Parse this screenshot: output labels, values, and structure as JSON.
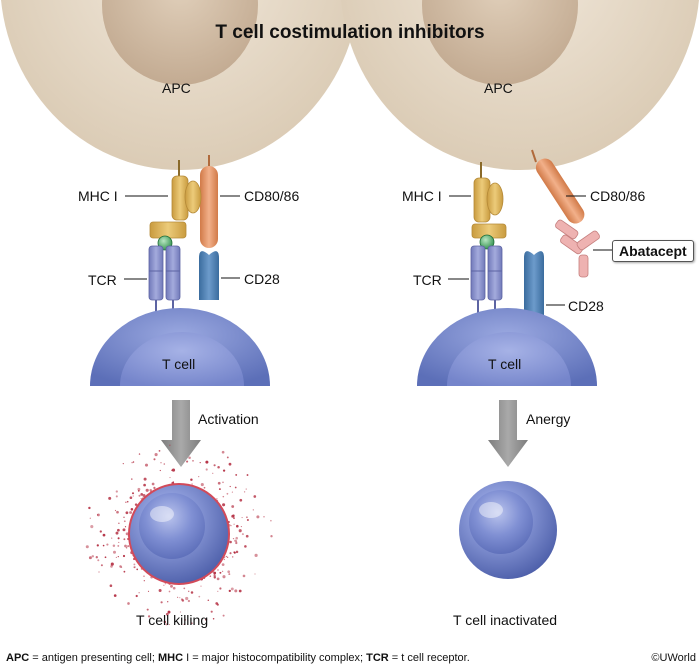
{
  "title": "T cell costimulation inhibitors",
  "labels": {
    "apc": "APC",
    "mhc": "MHC I",
    "tcr": "TCR",
    "cd80": "CD80/86",
    "cd28": "CD28",
    "tcell": "T cell",
    "abatacept": "Abatacept",
    "activation": "Activation",
    "anergy": "Anergy",
    "killing": "T cell killing",
    "inactivated": "T cell inactivated"
  },
  "footer": {
    "apc_abbr": "APC",
    "apc_def": " = antigen presenting cell; ",
    "mhc_abbr": "MHC",
    "mhc_def": " I = major histocompatibility complex; ",
    "tcr_abbr": "TCR",
    "tcr_def": " = t cell receptor."
  },
  "copyright": "©UWorld",
  "colors": {
    "apc_outer": "#e8dccb",
    "apc_inner": "#d3bfa8",
    "tcell_outer": "#6f82c8",
    "tcell_inner": "#8797d6",
    "mhc": "#e3b960",
    "tcr": "#8d95cf",
    "cd80": "#e7935e",
    "cd28": "#4d7fb1",
    "abatacept": "#eeb2b1",
    "peptide": "#4fae6a",
    "arrow": "#8a8a8a",
    "killing_dots": "#b1273b"
  }
}
